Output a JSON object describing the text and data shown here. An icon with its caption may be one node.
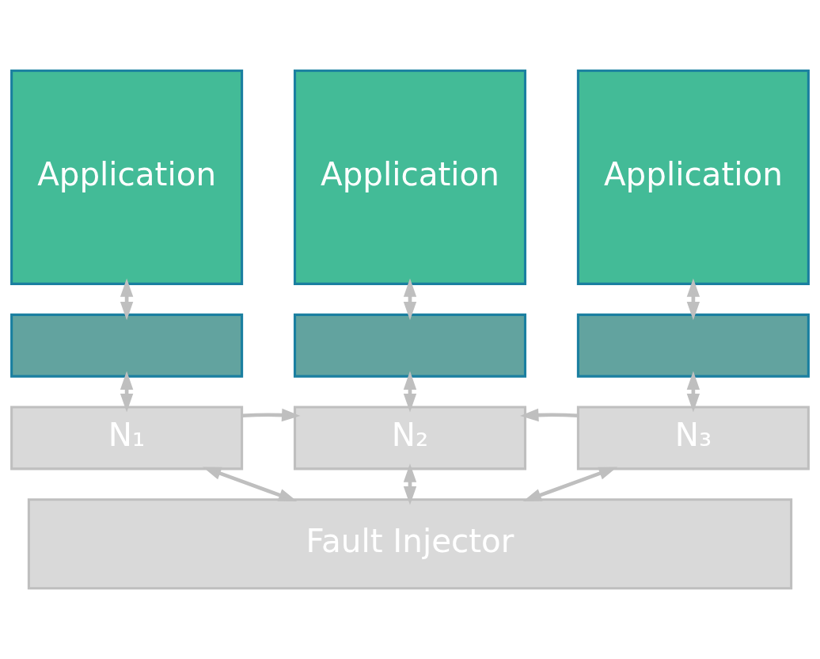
{
  "diagram": {
    "nodes": [
      {
        "text": [
          "Application"
        ]
      },
      {
        "text": [
          "Application"
        ]
      },
      {
        "text": [
          "Application"
        ]
      },
      {
        "text": [],
        "shape": "box"
      },
      {
        "text": [],
        "shape": "box"
      },
      {
        "text": [],
        "shape": "box"
      },
      {
        "text": [
          "N₁"
        ]
      },
      {
        "text": [
          "N₂"
        ]
      },
      {
        "text": [
          "N₃"
        ]
      },
      {
        "text": [
          "Fault Injector"
        ]
      }
    ],
    "edges": [
      {
        "from": 0,
        "to": 3,
        "arrow": "both"
      },
      {
        "from": 1,
        "to": 4,
        "arrow": "both"
      },
      {
        "from": 2,
        "to": 5,
        "arrow": "both"
      },
      {
        "from": 3,
        "to": 6,
        "arrow": "both"
      },
      {
        "from": 4,
        "to": 7,
        "arrow": "both"
      },
      {
        "from": 5,
        "to": 8,
        "arrow": "both"
      },
      {
        "from": 6,
        "to": 7,
        "arrow": "to"
      },
      {
        "from": 8,
        "to": 7,
        "arrow": "to"
      },
      {
        "from": 6,
        "to": 9,
        "arrow": "both"
      },
      {
        "from": 7,
        "to": 9,
        "arrow": "both"
      },
      {
        "from": 8,
        "to": 9,
        "arrow": "both"
      }
    ]
  }
}
